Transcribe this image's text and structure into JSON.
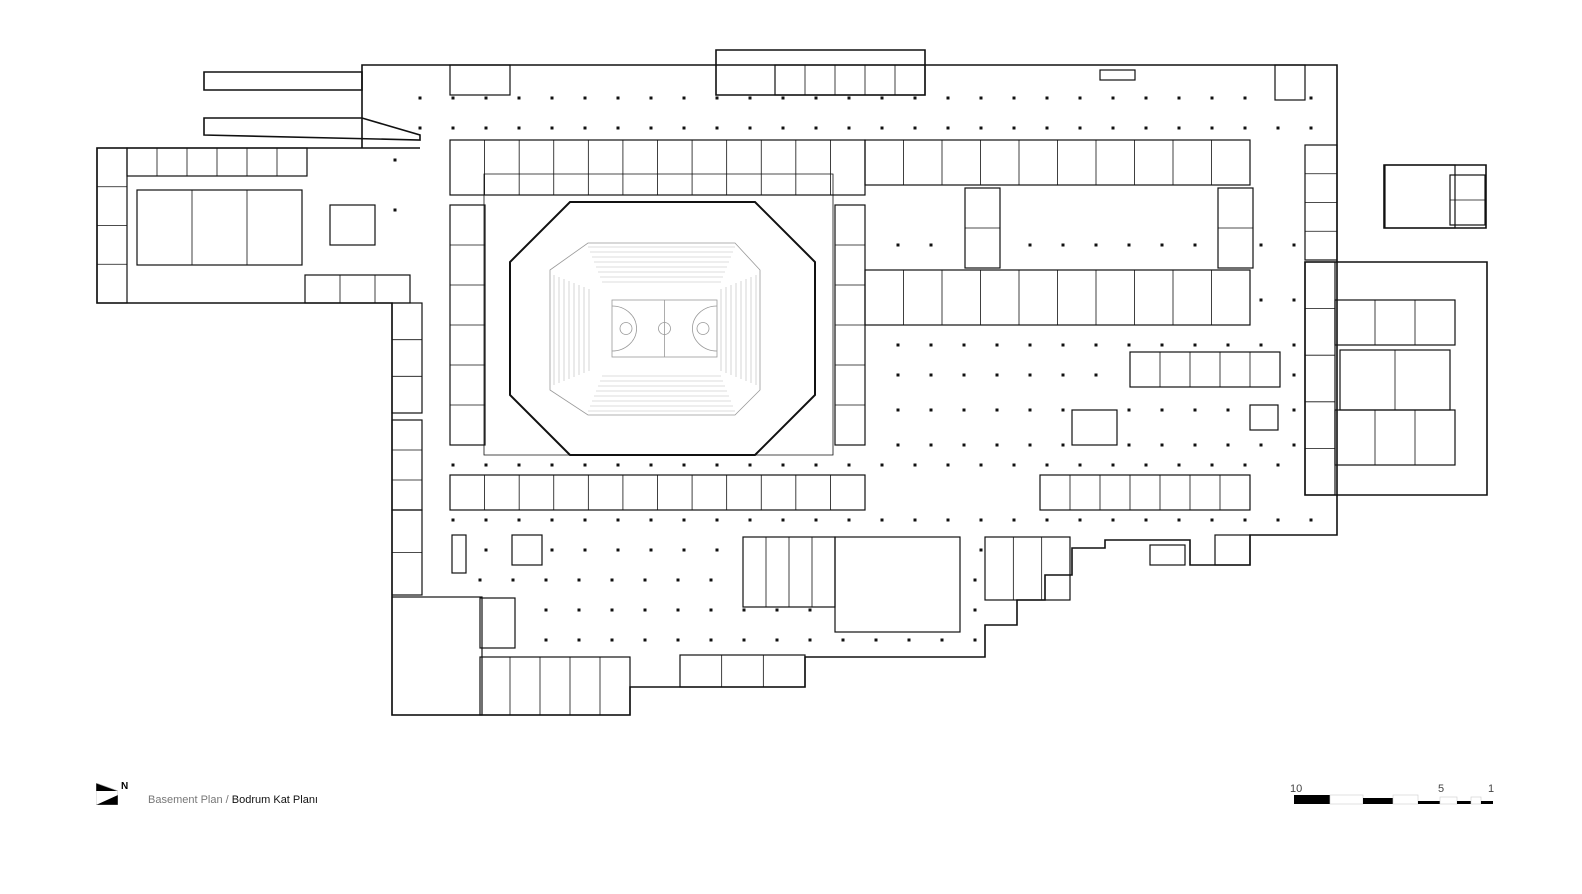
{
  "caption": {
    "english": "Basement Plan",
    "separator": " / ",
    "turkish": "Bodrum Kat Planı"
  },
  "north_label": "N",
  "scale": {
    "labels": [
      "10",
      "5",
      "1"
    ]
  },
  "colors": {
    "wall": "#111111",
    "court": "#9a9a9a",
    "background": "#ffffff"
  }
}
